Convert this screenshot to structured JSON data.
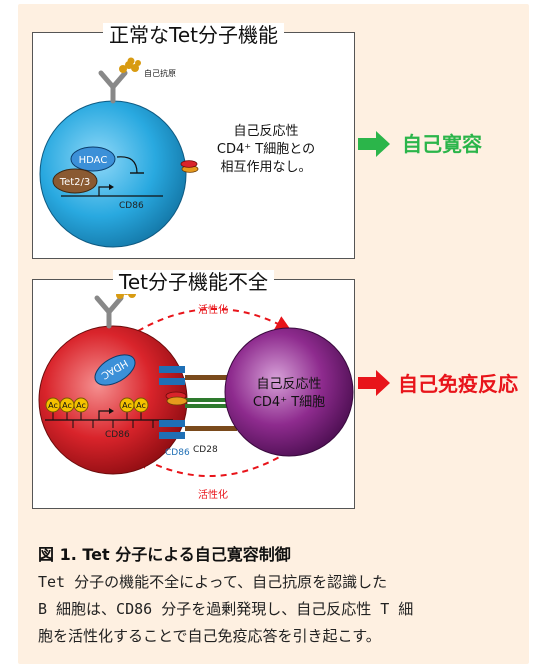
{
  "top_panel": {
    "title": "正常なTet分子機能",
    "antigen_label": "自己抗原",
    "hdac_label": "HDAC",
    "tet_label": "Tet2/3",
    "gene_label": "CD86",
    "tcell_text": [
      "自己反応性",
      "CD4⁺ T細胞との",
      "相互作用なし。"
    ],
    "outcome": "自己寛容"
  },
  "bottom_panel": {
    "title": "Tet分子機能不全",
    "activation_label_top": "活性化",
    "activation_label_bottom": "活性化",
    "hdac_label": "HDAC",
    "ac_label": "Ac",
    "gene_label": "CD86",
    "cd86_label": "CD86",
    "cd28_label": "CD28",
    "tcell_text": [
      "自己反応性",
      "CD4⁺ T細胞"
    ],
    "outcome": "自己免疫反応"
  },
  "caption": {
    "title": "図 1. Tet 分子による自己寛容制御",
    "lines": [
      "Tet 分子の機能不全によって、自己抗原を認識した",
      "B 細胞は、CD86 分子を過剰発現し、自己反応性 T 細",
      "胞を活性化することで自己免疫応答を引き起こす。"
    ]
  },
  "colors": {
    "card_bg": "#fef0e1",
    "tolerance_green": "#2bb54a",
    "autoimmune_red": "#e8141a",
    "bcell_blue": "#29a9e0",
    "bcell_red": "#d9242b",
    "tcell_purple": "#8e2b8e",
    "cd86_blue": "#1f6fb5",
    "cd28_brown": "#7a4a1c",
    "ac_yellow": "#f5c200"
  }
}
